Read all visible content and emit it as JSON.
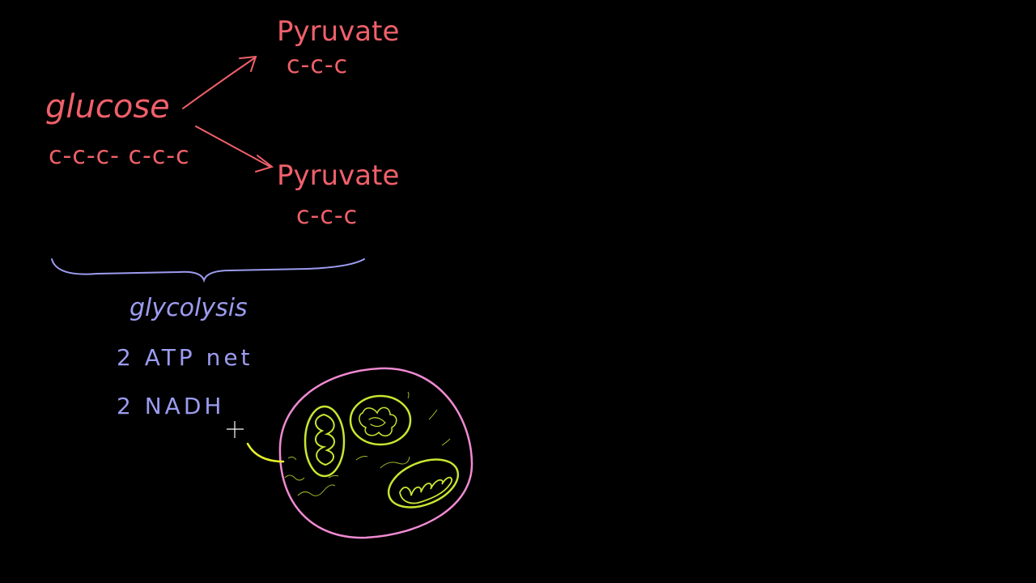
{
  "glucose": {
    "label": "glucose",
    "chain": "c-c-c- c-c-c"
  },
  "pyruvate_top": {
    "label": "Pyruvate",
    "chain": "c-c-c"
  },
  "pyruvate_bottom": {
    "label": "Pyruvate",
    "chain": "c-c-c"
  },
  "glycolysis": {
    "label": "glycolysis",
    "atp": "2 ATP net",
    "nadh": "2 NADH"
  },
  "colors": {
    "background": "#000000",
    "red_ink": "#f0606a",
    "blue_ink": "#9c9cf0",
    "cell_membrane": "#f08ad2",
    "mitochondria": "#c8e632",
    "cursor": "#ffffff"
  },
  "icons": {
    "cursor": "crosshair-cursor-icon"
  }
}
